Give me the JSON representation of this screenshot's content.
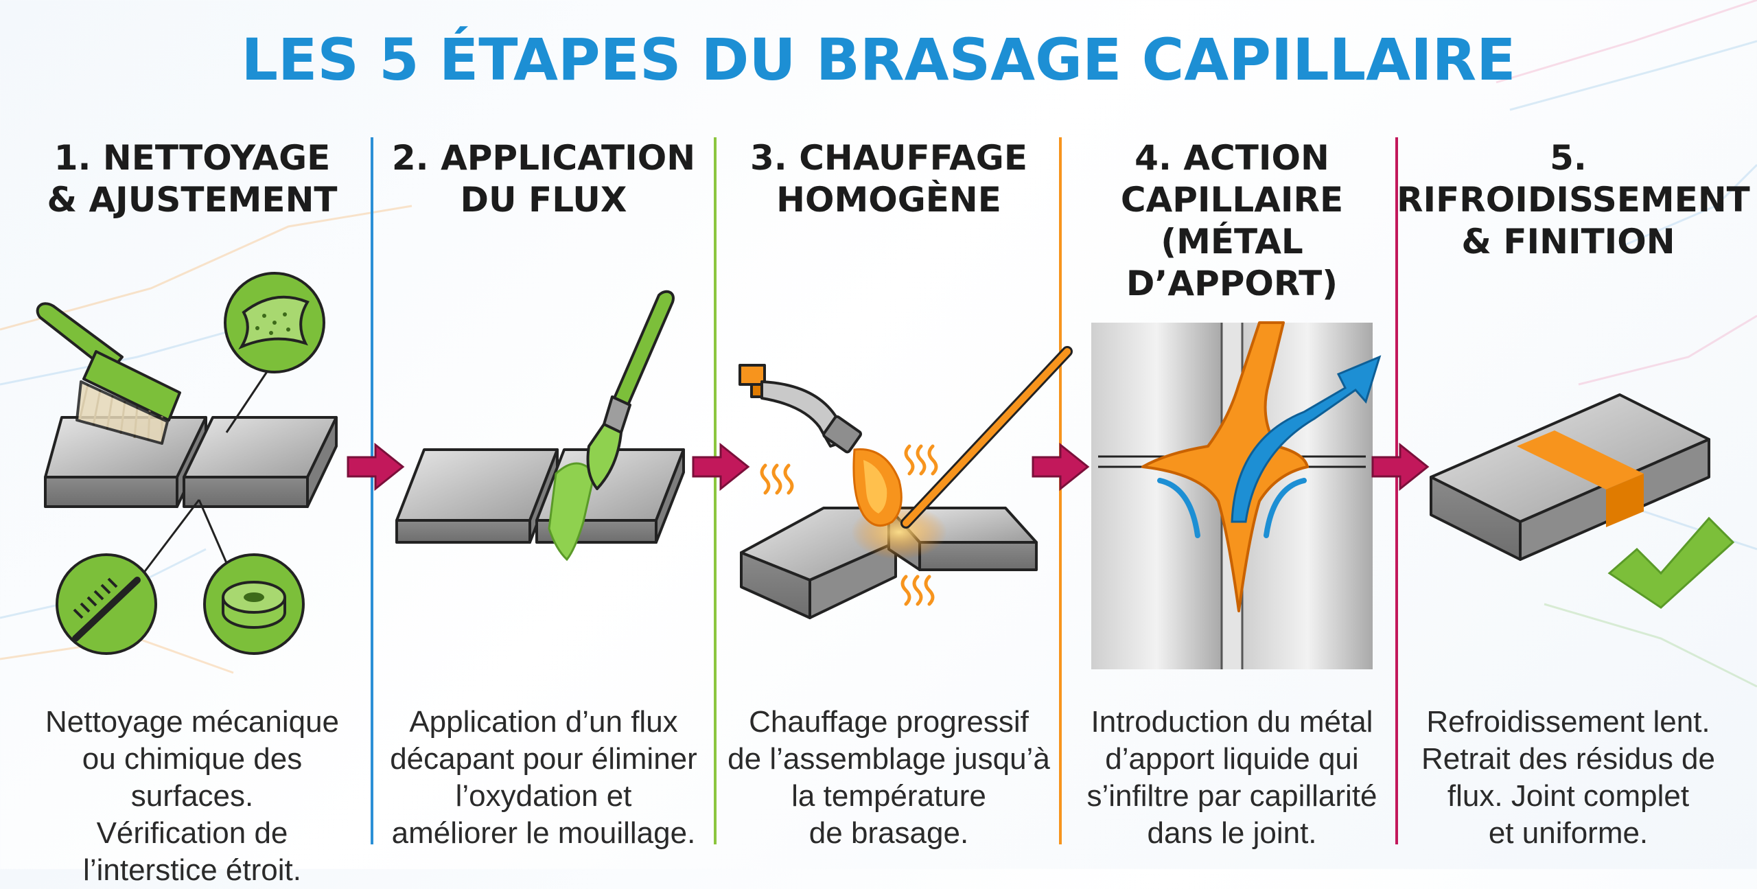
{
  "title": "LES 5 ÉTAPES DU BRASAGE CAPILLAIRE",
  "colors": {
    "title": "#1d8fd4",
    "divider_1": "#2b8fd6",
    "divider_2": "#8cc63f",
    "divider_3": "#f7941d",
    "divider_4": "#c2185b",
    "arrow": "#c2185b",
    "green": "#7cbf3a",
    "orange": "#f7941d",
    "steel": "#b8b8b8"
  },
  "steps": [
    {
      "heading": [
        "1. NETTOYAGE",
        "& AJUSTEMENT"
      ],
      "description": [
        "Nettoyage mécanique",
        "ou chimique des surfaces.",
        "Vérification de",
        "l’interstice étroit."
      ],
      "icons": [
        "brush-icon",
        "abrasive-pad-icon",
        "wire-brush-icon",
        "abrasive-roll-icon"
      ]
    },
    {
      "heading": [
        "2. APPLICATION",
        "DU FLUX"
      ],
      "description": [
        "Application d’un flux",
        "décapant pour éliminer",
        "l’oxydation et",
        "améliorer le mouillage."
      ],
      "icons": [
        "paint-brush-icon"
      ]
    },
    {
      "heading": [
        "3. CHAUFFAGE",
        "HOMOGÈNE"
      ],
      "description": [
        "Chauffage progressif",
        "de l’assemblage jusqu’à",
        "la température",
        "de brasage."
      ],
      "icons": [
        "torch-icon",
        "flame-icon",
        "filler-rod-icon",
        "heat-wave-icon"
      ]
    },
    {
      "heading": [
        "4. ACTION",
        "CAPILLAIRE",
        "(MÉTAL D’APPORT)"
      ],
      "description": [
        "Introduction du métal",
        "d’apport liquide qui",
        "s’infiltre par capillarité",
        "dans le joint."
      ],
      "icons": [
        "filler-flow-icon",
        "flow-arrow-icon"
      ]
    },
    {
      "heading": [
        "5. RIFROIDISSEMENT",
        "& FINITION"
      ],
      "description": [
        "Refroidissement lent.",
        "Retrait des résidus de",
        "flux. Joint complet",
        "et uniforme."
      ],
      "icons": [
        "brazed-joint-icon",
        "checkmark-icon"
      ]
    }
  ]
}
